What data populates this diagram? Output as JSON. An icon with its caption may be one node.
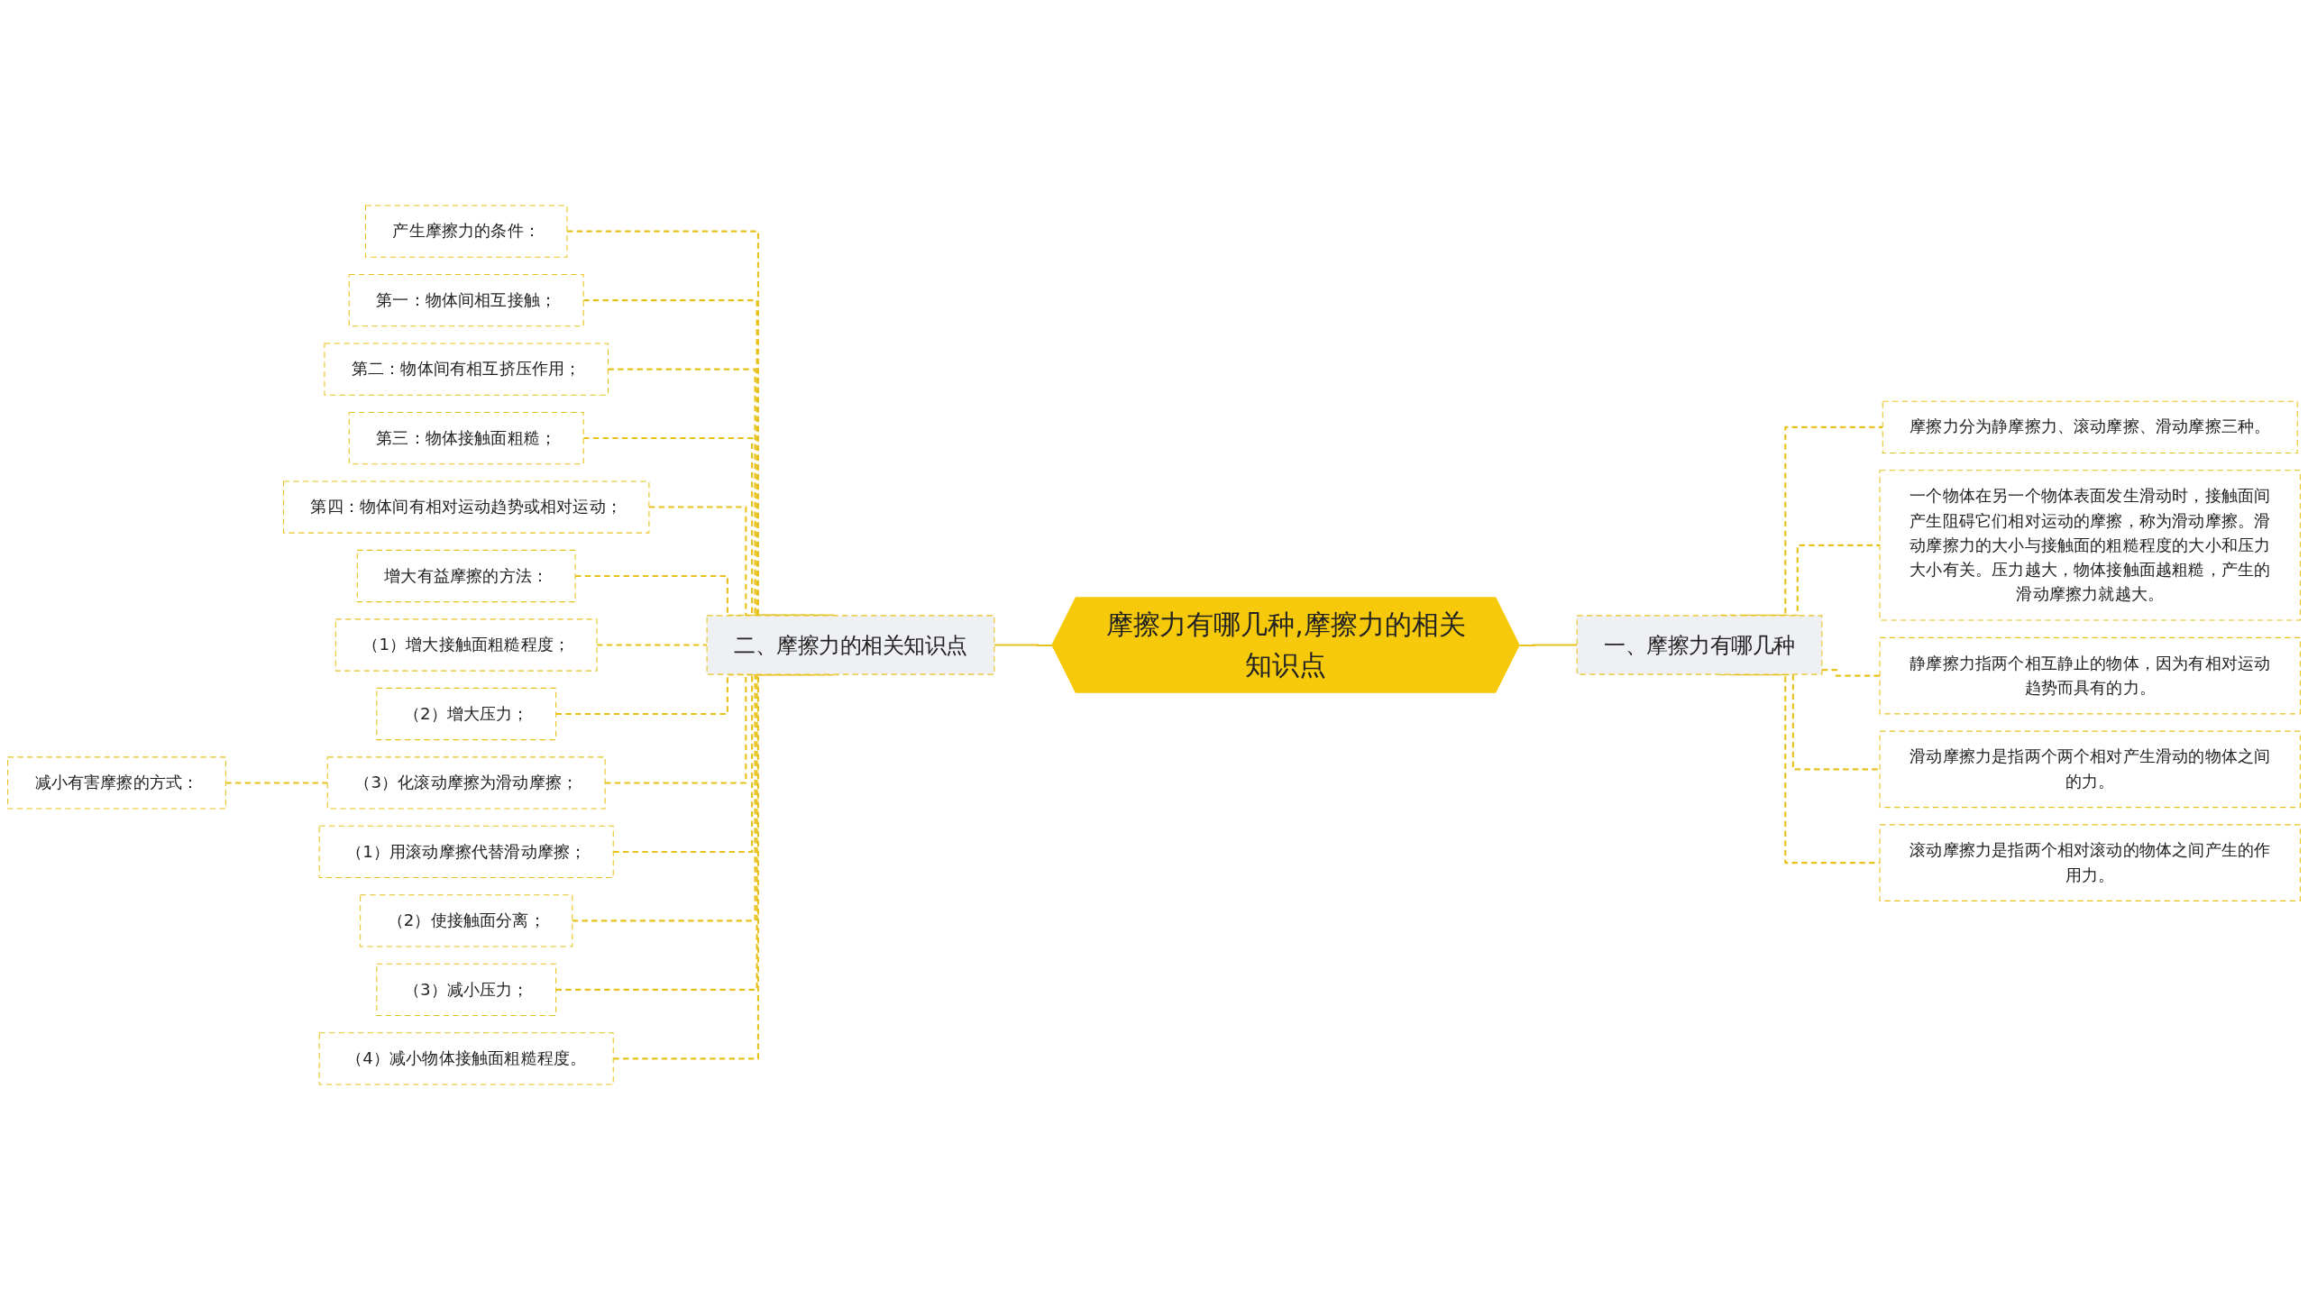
{
  "diagram": {
    "nodes": [
      {
        "text": [
          "摩擦力有哪几种,摩擦力的相关知识点"
        ]
      },
      {
        "text": [
          "一、摩擦力有哪几种"
        ]
      },
      {
        "text": [
          "摩擦力分为静摩擦力、滚动摩擦、滑动摩擦三种。"
        ]
      },
      {
        "text": [
          "一个物体在另一个物体表面发生滑动时，接触面间产生阻碍它们相对运动的摩擦，称为滑动摩擦。滑动摩擦力的大小与接触面的粗糙程度的大小和压力大小有关。压力越大，物体接触面越粗糙，产生的滑动摩擦力就越大。"
        ]
      },
      {
        "text": [
          "静摩擦力指两个相互静止的物体，因为有相对运动趋势而具有的力。"
        ]
      },
      {
        "text": [
          "滑动摩擦力是指两个两个相对产生滑动的物体之间的力。"
        ]
      },
      {
        "text": [
          "滚动摩擦力是指两个相对滚动的物体之间产生的作用力。"
        ]
      },
      {
        "text": [
          "二、摩擦力的相关知识点"
        ]
      },
      {
        "text": [
          "产生摩擦力的条件："
        ]
      },
      {
        "text": [
          "第一：物体间相互接触；"
        ]
      },
      {
        "text": [
          "第二：物体间有相互挤压作用；"
        ]
      },
      {
        "text": [
          "第三：物体接触面粗糙；"
        ]
      },
      {
        "text": [
          "第四：物体间有相对运动趋势或相对运动；"
        ]
      },
      {
        "text": [
          "增大有益摩擦的方法："
        ]
      },
      {
        "text": [
          "（1）增大接触面粗糙程度；"
        ]
      },
      {
        "text": [
          "（2）增大压力；"
        ]
      },
      {
        "text": [
          "（3）化滚动摩擦为滑动摩擦；"
        ]
      },
      {
        "text": [
          "（1）用滚动摩擦代替滑动摩擦；"
        ]
      },
      {
        "text": [
          "（2）使接触面分离；"
        ]
      },
      {
        "text": [
          "（3）减小压力；"
        ]
      },
      {
        "text": [
          "（4）减小物体接触面粗糙程度。"
        ]
      },
      {
        "text": [
          "减小有害摩擦的方式："
        ]
      }
    ],
    "edges": [
      {
        "from": 0,
        "to": 1,
        "arrow": "none"
      },
      {
        "from": 1,
        "to": 2,
        "arrow": "none",
        "style": "dashed"
      },
      {
        "from": 1,
        "to": 3,
        "arrow": "none",
        "style": "dashed"
      },
      {
        "from": 1,
        "to": 4,
        "arrow": "none",
        "style": "dashed"
      },
      {
        "from": 1,
        "to": 5,
        "arrow": "none",
        "style": "dashed"
      },
      {
        "from": 1,
        "to": 6,
        "arrow": "none",
        "style": "dashed"
      },
      {
        "from": 0,
        "to": 7,
        "arrow": "none"
      },
      {
        "from": 7,
        "to": 8,
        "arrow": "none",
        "style": "dashed"
      },
      {
        "from": 7,
        "to": 9,
        "arrow": "none",
        "style": "dashed"
      },
      {
        "from": 7,
        "to": 10,
        "arrow": "none",
        "style": "dashed"
      },
      {
        "from": 7,
        "to": 11,
        "arrow": "none",
        "style": "dashed"
      },
      {
        "from": 7,
        "to": 12,
        "arrow": "none",
        "style": "dashed"
      },
      {
        "from": 7,
        "to": 13,
        "arrow": "none",
        "style": "dashed"
      },
      {
        "from": 7,
        "to": 14,
        "arrow": "none",
        "style": "dashed"
      },
      {
        "from": 7,
        "to": 15,
        "arrow": "none",
        "style": "dashed"
      },
      {
        "from": 7,
        "to": 16,
        "arrow": "none",
        "style": "dashed"
      },
      {
        "from": 7,
        "to": 17,
        "arrow": "none",
        "style": "dashed"
      },
      {
        "from": 7,
        "to": 18,
        "arrow": "none",
        "style": "dashed"
      },
      {
        "from": 7,
        "to": 19,
        "arrow": "none",
        "style": "dashed"
      },
      {
        "from": 7,
        "to": 20,
        "arrow": "none",
        "style": "dashed"
      },
      {
        "from": 16,
        "to": 21,
        "arrow": "none",
        "style": "dashed"
      }
    ]
  }
}
